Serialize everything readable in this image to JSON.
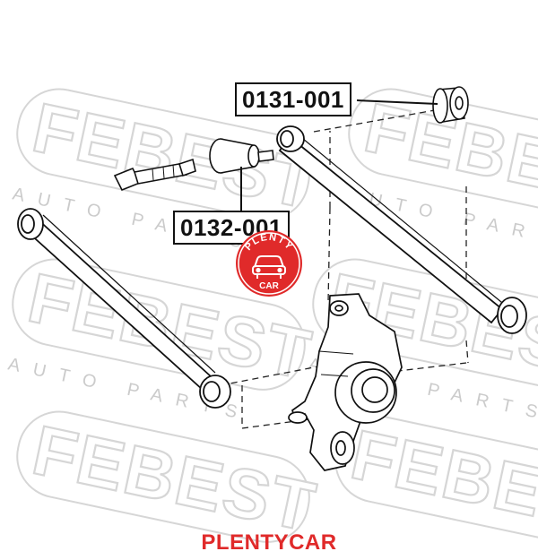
{
  "watermark": {
    "brand": "FEBEST",
    "tagline": "AUTO PARTS",
    "color": "#d4d4d4"
  },
  "parts": {
    "upper_label": "0131-001",
    "lower_label": "0132-001"
  },
  "logo": {
    "top_text": "PLENTY",
    "bottom_text": "CAR",
    "color": "#e02a2a"
  },
  "footer": {
    "brand": "PLENTYCAR",
    "color": "#e02a2a"
  }
}
